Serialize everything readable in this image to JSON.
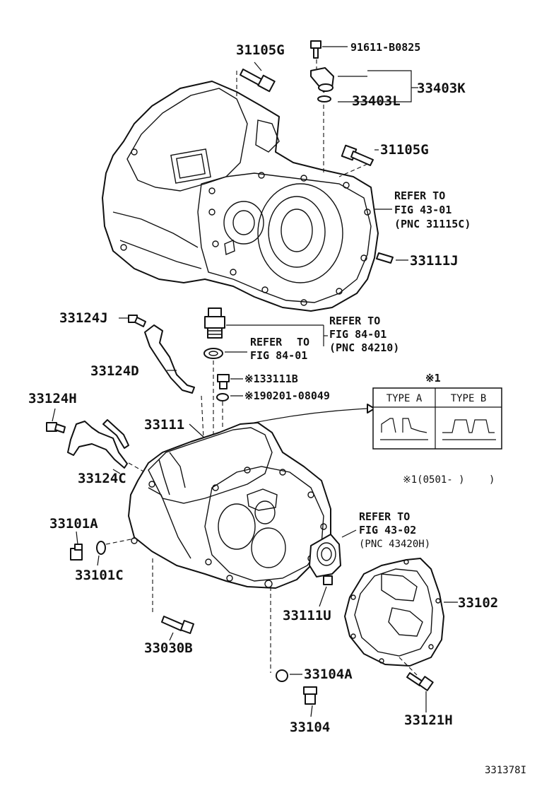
{
  "labels": {
    "p31105g_top": "31105G",
    "p91611": "91611-B0825",
    "p33403k": "33403K",
    "p33403l": "33403L",
    "p31105g_right": "31105G",
    "p33111j": "33111J",
    "p33124j": "33124J",
    "p33124d": "33124D",
    "p133111b": "※133111B",
    "p190201": "※190201-08049",
    "p33124h": "33124H",
    "p33111": "33111",
    "p33124c": "33124C",
    "p33101a": "33101A",
    "p33101c": "33101C",
    "p33111u": "33111U",
    "p33102": "33102",
    "p33030b": "33030B",
    "p33104a": "33104A",
    "p33104": "33104",
    "p33121h": "33121H"
  },
  "refs": {
    "r1": {
      "line1": "REFER TO",
      "line2": "FIG 43-01",
      "line3": "(PNC 31115C)"
    },
    "r2": {
      "line1": "REFER TO",
      "line2": "FIG 84-01",
      "line3": "(PNC 84210)"
    },
    "r3": {
      "line1": "REFER",
      "line2": "TO",
      "line3": "FIG 84-01"
    },
    "r4": {
      "line1": "REFER TO",
      "line2": "FIG 43-02",
      "line3": "(PNC 43420H)"
    }
  },
  "note": {
    "mark": "※1",
    "type_a": "TYPE A",
    "type_b": "TYPE B",
    "date": "※1(0501-      )"
  },
  "figure_code": "331378I"
}
